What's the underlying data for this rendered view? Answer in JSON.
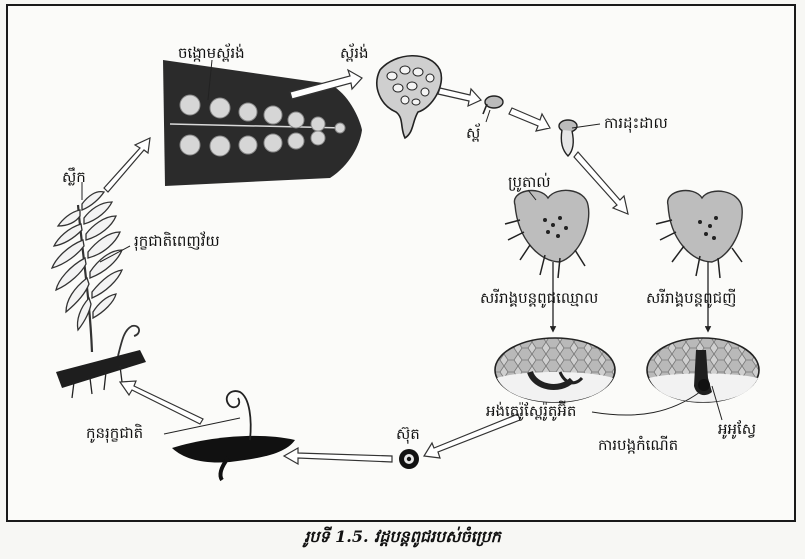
{
  "labels": {
    "sorus_leaf": "ចង្កោមស្ព័រង់",
    "sporangium": "ស្ព័រង់",
    "spore": "ស្ព័",
    "germination": "ការដុះដាល",
    "leaf": "ស្លឹក",
    "sporophyte": "រុក្ខជាតិពេញវ័យ",
    "prothallus": "ប្រូតាល់",
    "antheridium": "សរីរាង្គបន្តពូជឈ្មោល",
    "archegonium": "សរីរាង្គបន្តពូជញី",
    "antherozoid": "អង់តេរ៉ូស្ពែរ៉ូតូអ៊ីត",
    "oosphere": "អូអូស្វែ",
    "fertilization": "ការបង្កកំណើត",
    "zygote": "ស៊ុត",
    "young_plant": "កូនរុក្ខជាតិ"
  },
  "caption": "រូបទី 1.5. វដ្តបន្តពូជរបស់ចំប្រេក"
}
